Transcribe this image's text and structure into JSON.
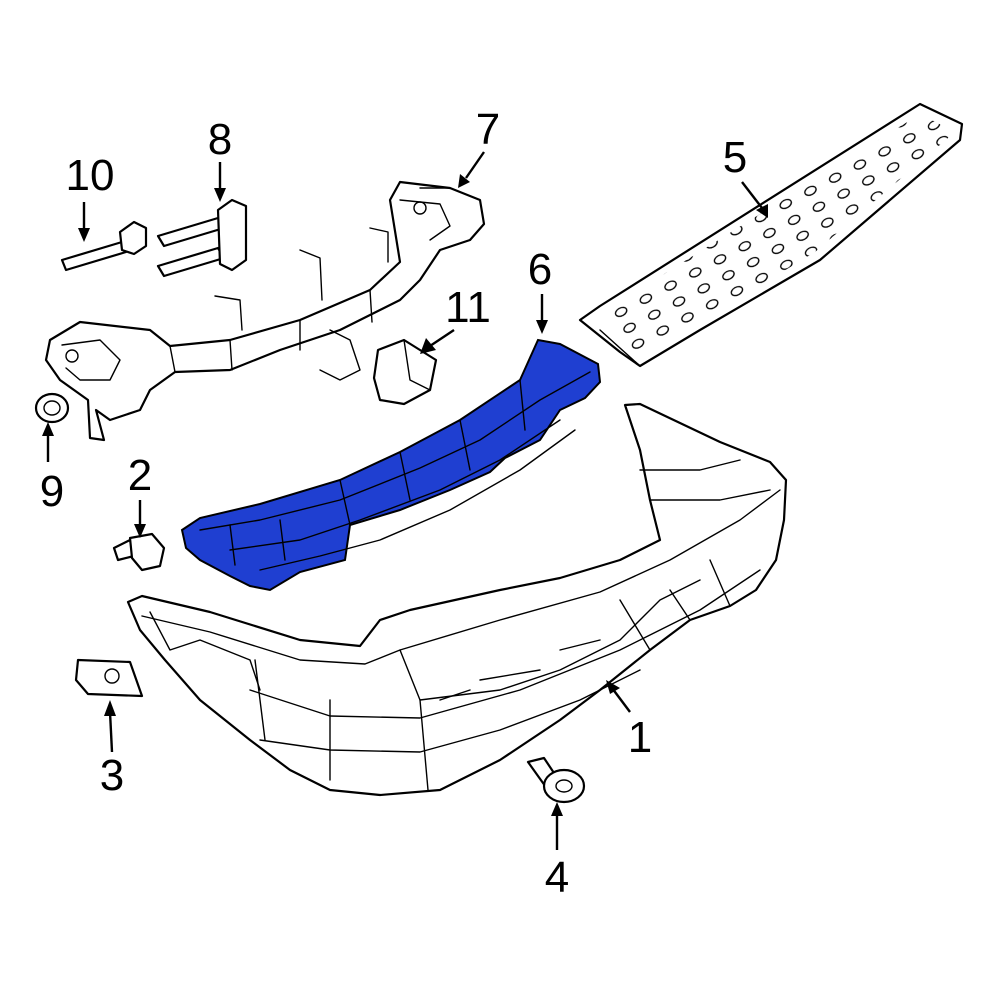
{
  "highlight_color": "#1f3fd1",
  "highlighted_part": "6",
  "callouts": [
    {
      "id": "c1",
      "label": "1"
    },
    {
      "id": "c2",
      "label": "2"
    },
    {
      "id": "c3",
      "label": "3"
    },
    {
      "id": "c4",
      "label": "4"
    },
    {
      "id": "c5",
      "label": "5"
    },
    {
      "id": "c6",
      "label": "6"
    },
    {
      "id": "c7",
      "label": "7"
    },
    {
      "id": "c8",
      "label": "8"
    },
    {
      "id": "c9",
      "label": "9"
    },
    {
      "id": "c10",
      "label": "10"
    },
    {
      "id": "c11",
      "label": "11"
    }
  ]
}
